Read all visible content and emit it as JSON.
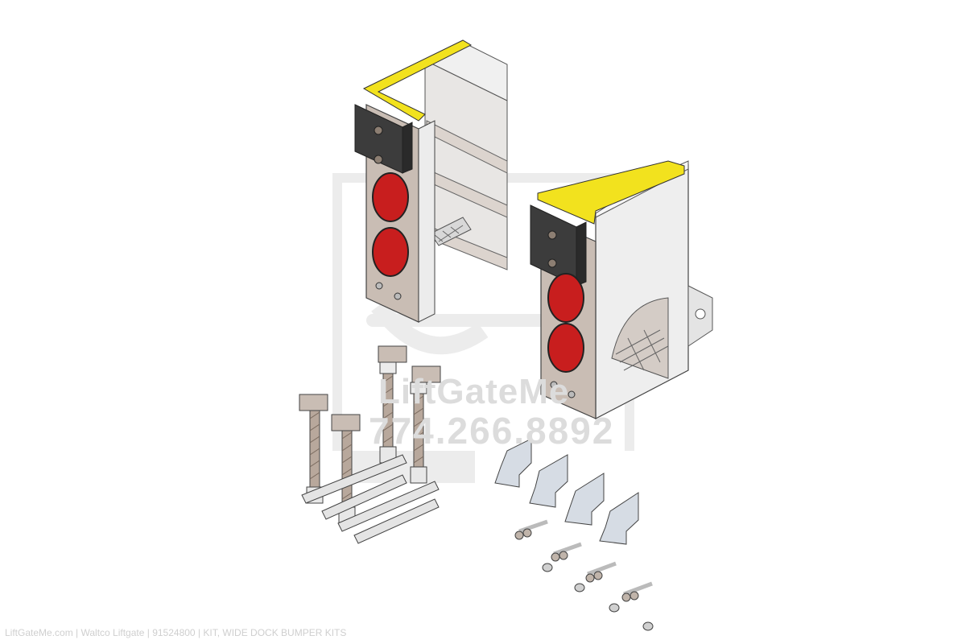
{
  "caption": "LiftGateMe.com | Waltco Liftgate | 91524800 | KIT, WIDE DOCK BUMPER KITS",
  "watermark": {
    "name": "LiftGateMe",
    "phone": "774.266.8892"
  },
  "colors": {
    "yellow_trim": "#f2e21e",
    "rubber_block": "#3c3c3c",
    "red_reflector": "#c81e1e",
    "steel_plate": "#c9bdb4",
    "steel_light": "#e6e6e6",
    "watermark": "#dcdcdc",
    "caption": "#cfcfcf"
  },
  "diagram": {
    "parts": [
      {
        "id": "bumper-assembly-left",
        "label": "Dock bumper assembly (ladder type)"
      },
      {
        "id": "bumper-assembly-right",
        "label": "Dock bumper assembly (box type)"
      },
      {
        "id": "spring-rod-set",
        "label": "Spring rod assemblies",
        "count": 4
      },
      {
        "id": "mounting-plates",
        "label": "Mounting plates",
        "count": 4
      },
      {
        "id": "hardware",
        "label": "Bolts, washers and nuts",
        "bolt_sets": 4
      }
    ]
  }
}
